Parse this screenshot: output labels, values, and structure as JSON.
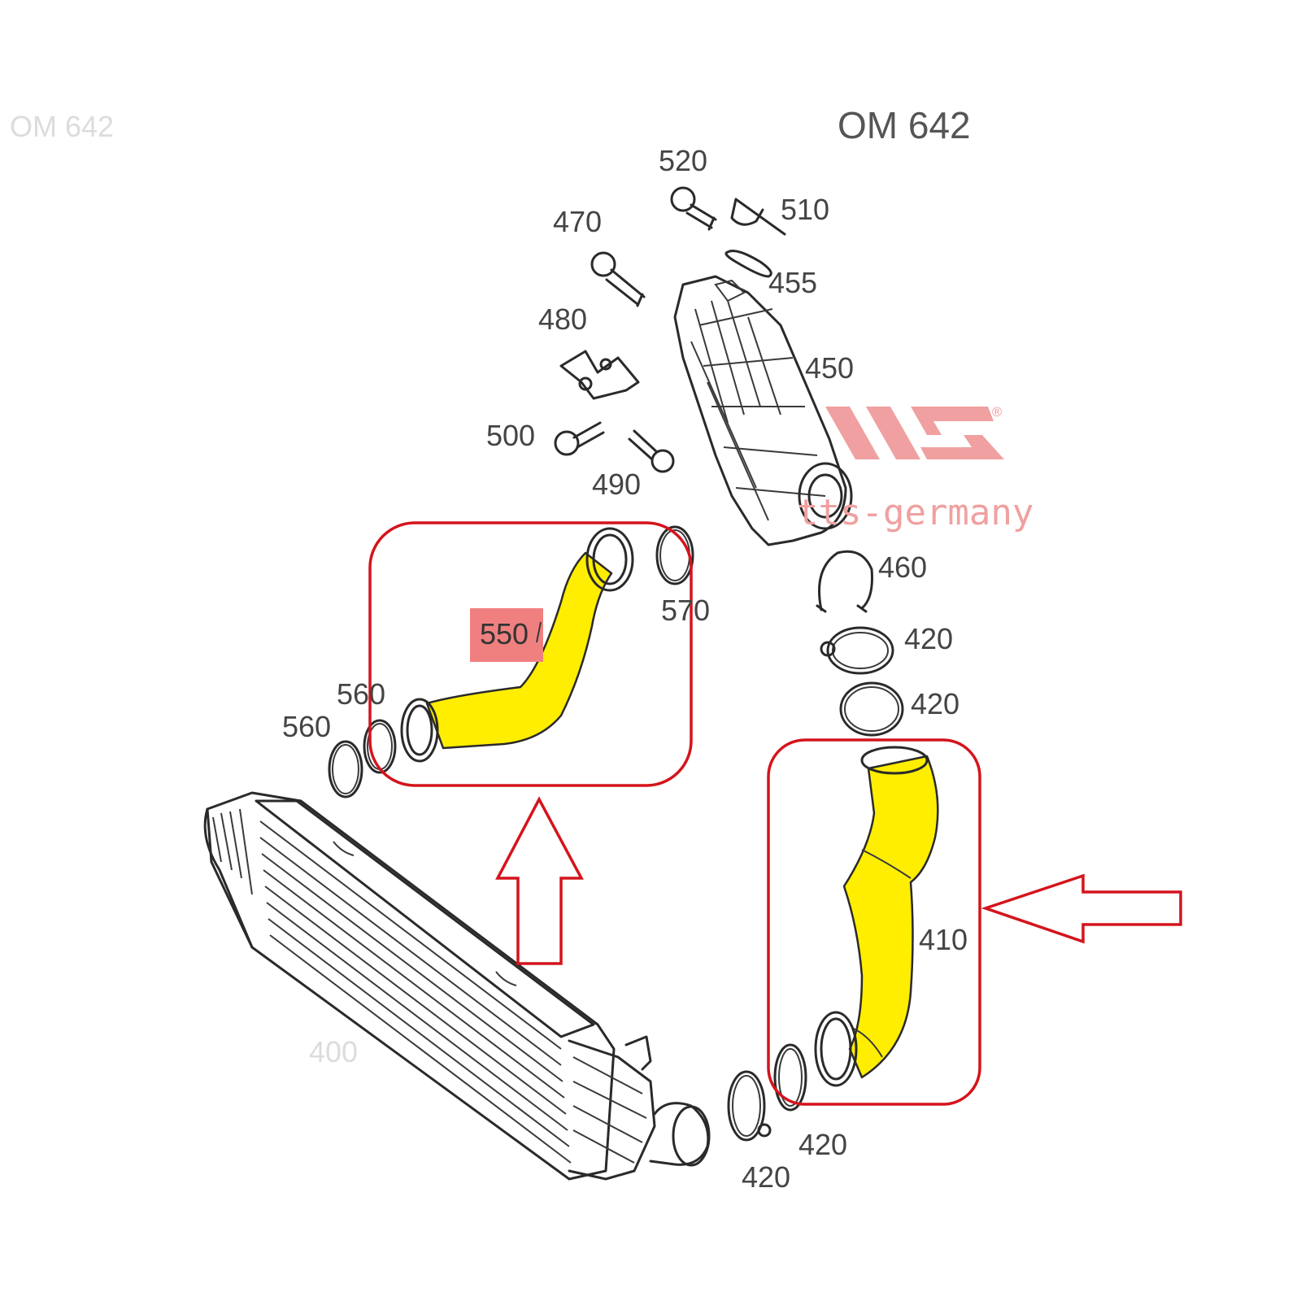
{
  "engine_label": "OM 642",
  "ghost_label": "OM 642",
  "part_labels": {
    "p520": "520",
    "p510": "510",
    "p470": "470",
    "p455": "455",
    "p480": "480",
    "p450": "450",
    "p500": "500",
    "p490": "490",
    "p570": "570",
    "p550": "550",
    "p560a": "560",
    "p560b": "560",
    "p460": "460",
    "p420a": "420",
    "p420b": "420",
    "p410": "410",
    "p400": "400",
    "p420c": "420",
    "p420d": "420"
  },
  "watermark": {
    "brand_text": "tts-germany",
    "registered_mark": "®"
  },
  "colors": {
    "highlight_hose": "#ffee00",
    "frame_red": "#d4141c",
    "label_highlight": "#f08080",
    "watermark_red": "#f0a0a0"
  },
  "icons": {
    "hose_550": "bent-hose-icon",
    "hose_410": "long-hose-icon",
    "intercooler_400": "intercooler-icon",
    "arrow_up": "arrow-up-icon",
    "arrow_left": "arrow-left-icon"
  }
}
